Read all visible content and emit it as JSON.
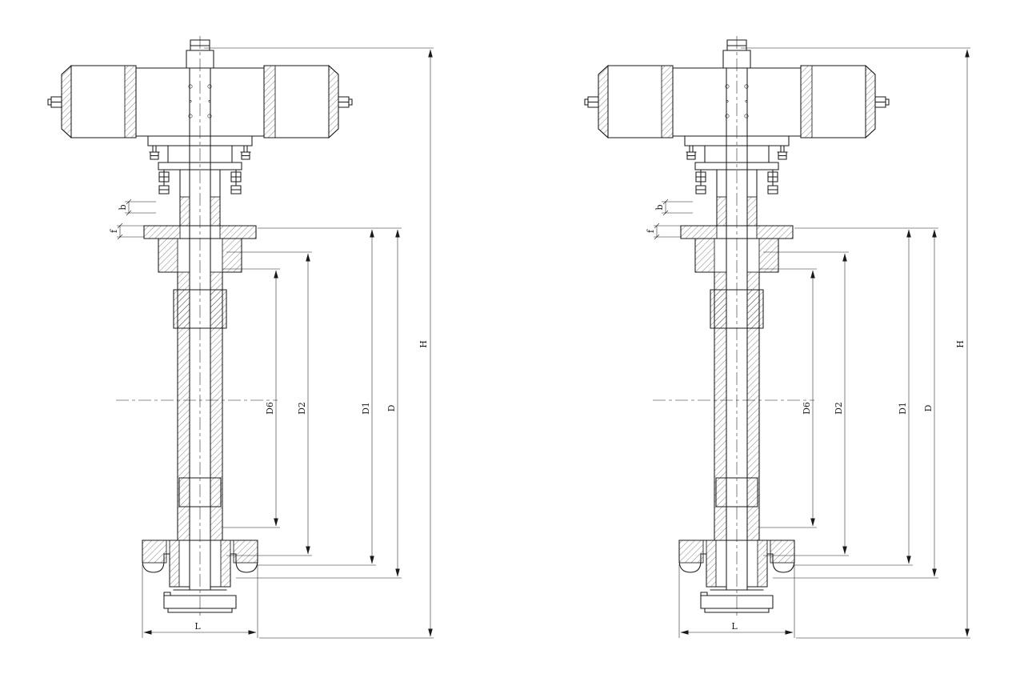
{
  "drawing": {
    "description": "CAD outline dimension drawing of a pneumatic-actuator valve, two identical side-by-side views",
    "views": [
      {
        "id": "left-view"
      },
      {
        "id": "right-view"
      }
    ],
    "dimension_labels": {
      "height": "H",
      "dia_inner": "D6",
      "dia_seal_face": "D2",
      "dia_bolt_circle": "D1",
      "dia_flange_od": "D",
      "face_to_face": "L",
      "flange_thickness": "b",
      "raised_face_height": "f"
    },
    "colors": {
      "line": "#1a1a1a",
      "background": "#ffffff"
    }
  }
}
